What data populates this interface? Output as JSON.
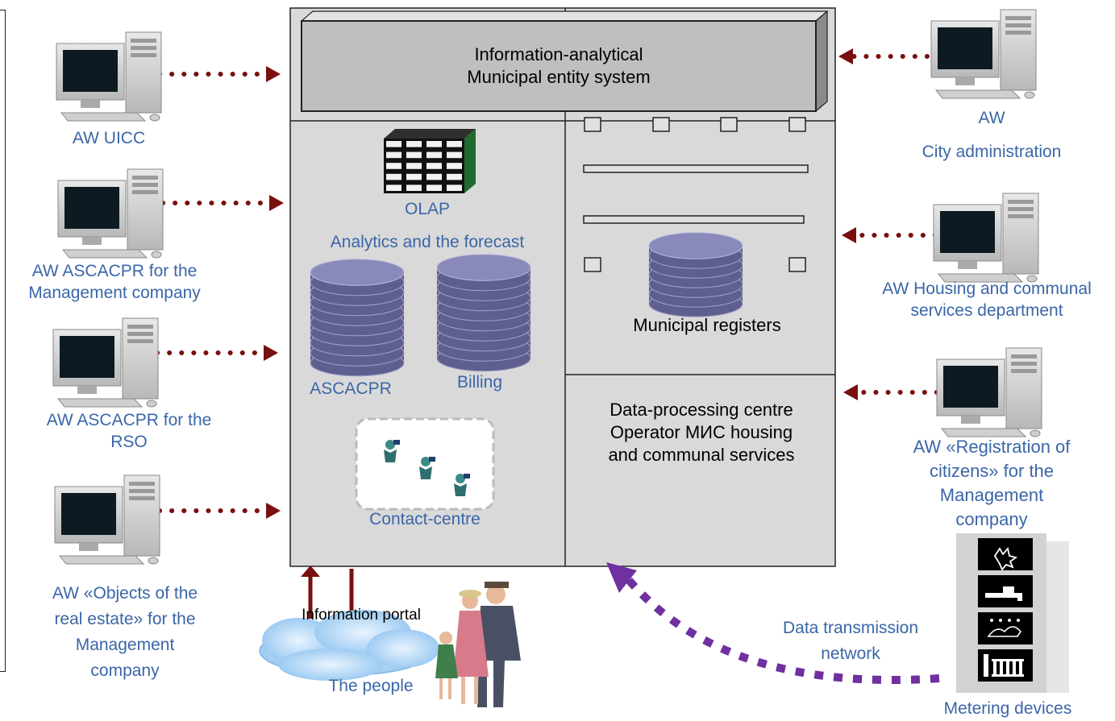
{
  "central_system": {
    "title_line1": "Information-analytical",
    "title_line2": "Municipal  entity system"
  },
  "analytics": {
    "olap_label": "OLAP",
    "section_label": "Analytics and the forecast",
    "db1_label": "ASCACPR",
    "db2_label": "Billing",
    "contact_label": "Contact-centre"
  },
  "registers": {
    "label": "Municipal registers"
  },
  "dpc": {
    "line1": "Data-processing centre",
    "line2": "Operator МИС housing",
    "line3": "and communal services"
  },
  "workstations_left": [
    {
      "lines": [
        "AW UICC"
      ]
    },
    {
      "lines": [
        "AW ASCACPR for the",
        "Management company"
      ]
    },
    {
      "lines": [
        "AW ASCACPR for the",
        "RSO"
      ]
    },
    {
      "lines": [
        "AW «Objects of the",
        "real estate» for the",
        "Management",
        "company"
      ]
    }
  ],
  "workstations_right": [
    {
      "lines": [
        "AW",
        "City administration"
      ]
    },
    {
      "lines": [
        "AW Housing and communal",
        "services department"
      ]
    },
    {
      "lines": [
        "AW «Registration of",
        "citizens» for the",
        "Management",
        "company"
      ]
    }
  ],
  "portal_label": "Information portal",
  "people_label": "The people",
  "network_label_line1": "Data transmission",
  "network_label_line2": "network",
  "metering_label": "Metering devices",
  "colors": {
    "panel": "#d9d9d9",
    "arrow": "#7a0f0f",
    "network_arrow": "#7030a0",
    "label_blue": "#3a66a8",
    "database": "#6e6e9e"
  }
}
